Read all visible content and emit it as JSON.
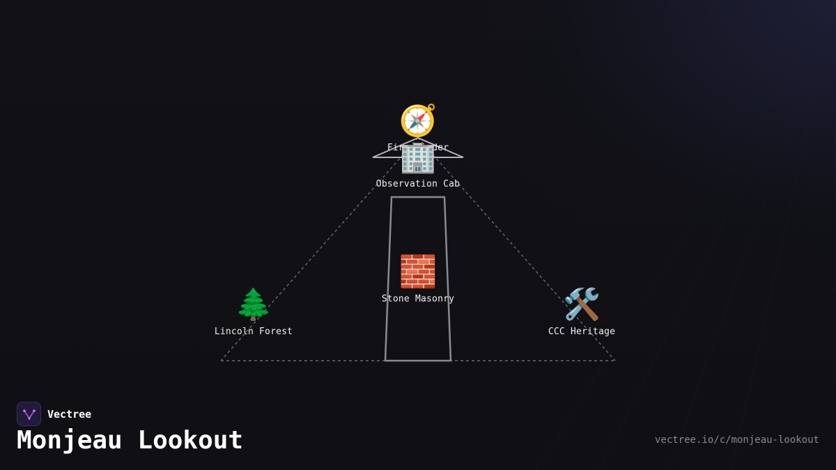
{
  "diagram": {
    "nodes": {
      "fire_finder": {
        "icon": "compass-icon",
        "glyph": "🧭",
        "label": "Fire Finder"
      },
      "observation_cab": {
        "icon": "building-icon",
        "glyph": "🏢",
        "label": "Observation Cab"
      },
      "stone_masonry": {
        "icon": "brick-icon",
        "glyph": "🧱",
        "label": "Stone Masonry"
      },
      "lincoln_forest": {
        "icon": "evergreen-tree-icon",
        "glyph": "🌲",
        "label": "Lincoln Forest"
      },
      "ccc_heritage": {
        "icon": "hammer-wrench-icon",
        "glyph": "🛠️",
        "label": "CCC Heritage"
      }
    }
  },
  "brand": {
    "name": "Vectree",
    "accent": "#a05ce0"
  },
  "footer": {
    "title": "Monjeau Lookout",
    "url": "vectree.io/c/monjeau-lookout"
  }
}
